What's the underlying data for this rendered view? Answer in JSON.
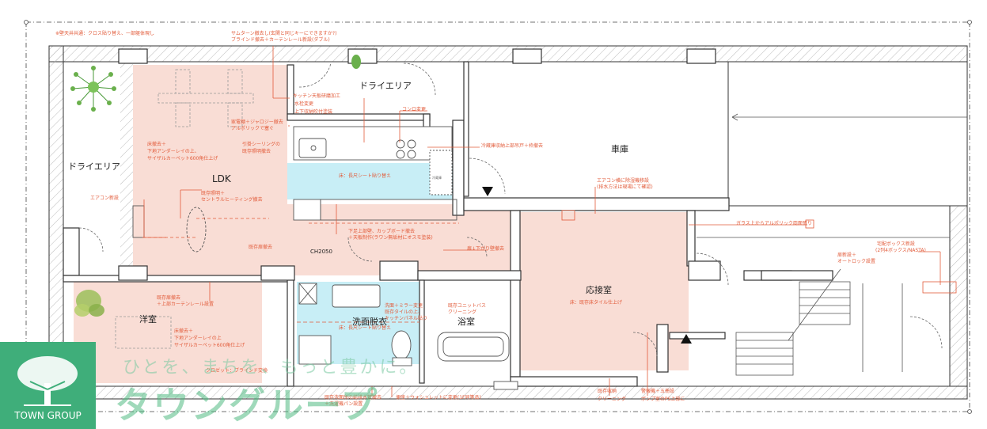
{
  "colors": {
    "pink_fill": "#f9ddd5",
    "cyan_fill": "#c8eef6",
    "annotation_red": "#e25b3a",
    "wall": "#333333",
    "brand_green": "#3fae7a"
  },
  "rooms": {
    "ldk": "LDK",
    "dry_area_left": "ドライエリア",
    "dry_area_top": "ドライエリア",
    "garage": "車庫",
    "reception": "応接室",
    "western": "洋室",
    "washroom": "洗面脱衣",
    "bathroom": "浴室",
    "ceiling_height": "CH2050"
  },
  "notes": {
    "n01": "※壁天井共通：クロス貼り替え、一部躯体現し",
    "n02a": "サムターン撤去し(玄関と同じキーにできますか?)",
    "n02b": "ブラインド撤去＋カーテンレール新設(ダブル)",
    "n03a": "キッチン天板研磨加工",
    "n03b": "水栓変更",
    "n03c": "上下収納吹付塗装",
    "n04": "コンロ変更",
    "n05a": "家電棚＋ジャロジー撤去",
    "n05b": "アルポリックで塞ぐ",
    "n06a": "床撤去＋",
    "n06b": "下地アンダーレイの上、",
    "n06c": "サイザルカーペット600角仕上げ",
    "n07a": "引掛シーリングの",
    "n07b": "既存照明撤去",
    "n08": "冷蔵庫収納上部吊戸＋枠撤去",
    "n09": "床：長尺シート貼り替え",
    "n10": "冷蔵庫",
    "n11a": "既存照明＋",
    "n11b": "セントラルヒーティング撤去",
    "n12": "エアコン新設",
    "n13a": "エアコン横に除湿機移設",
    "n13b": "(排水方法は現場にて確認)",
    "n14a": "下足上部壁、カップボード撤去",
    "n14b": "＋天板制作(ラワン無垢材にオスモ塗装)",
    "n15": "ガラス上からアルポリック両面張り",
    "n16": "既存扉撤去",
    "n17": "扉↓下がり壁撤去",
    "n18": "宅配ボックス新設",
    "n19": "(2列4ボックス/NASTA)",
    "n20a": "扉新設＋",
    "n20b": "オートロック設置",
    "n21a": "既存扉撤去",
    "n21b": "＋上部カーテンレール設置",
    "n22": "床：既存床タイル仕上げ",
    "n23a": "洗面＋ミラー変更",
    "n23b": "既存タイルの上、",
    "n23c": "キッチンパネル貼り",
    "n24": "床：長尺シート貼り替え",
    "n25a": "既存ユニットバス",
    "n25b": "クリーニング",
    "n26a": "床撤去＋",
    "n26b": "下地アンダーレイの上",
    "n26c": "サイザルカーペット600角仕上げ",
    "n27": "クロゼット：ブラインド交換",
    "n28a": "既存洗面所の給排水管撤去",
    "n28b": "＋洗濯機パン設置",
    "n29": "便座＋ウォシュレットに変更(1F同等品)",
    "n30a": "既存収納",
    "n30b": "クリーニング",
    "n31a": "警報機＋五冊設",
    "n31b": "ポンプ室のPS上部に"
  },
  "watermark": {
    "slogan": "ひとを、まちを、もっと豊かに。",
    "brand": "タウングループ",
    "logo_text": "TOWN GROUP"
  }
}
